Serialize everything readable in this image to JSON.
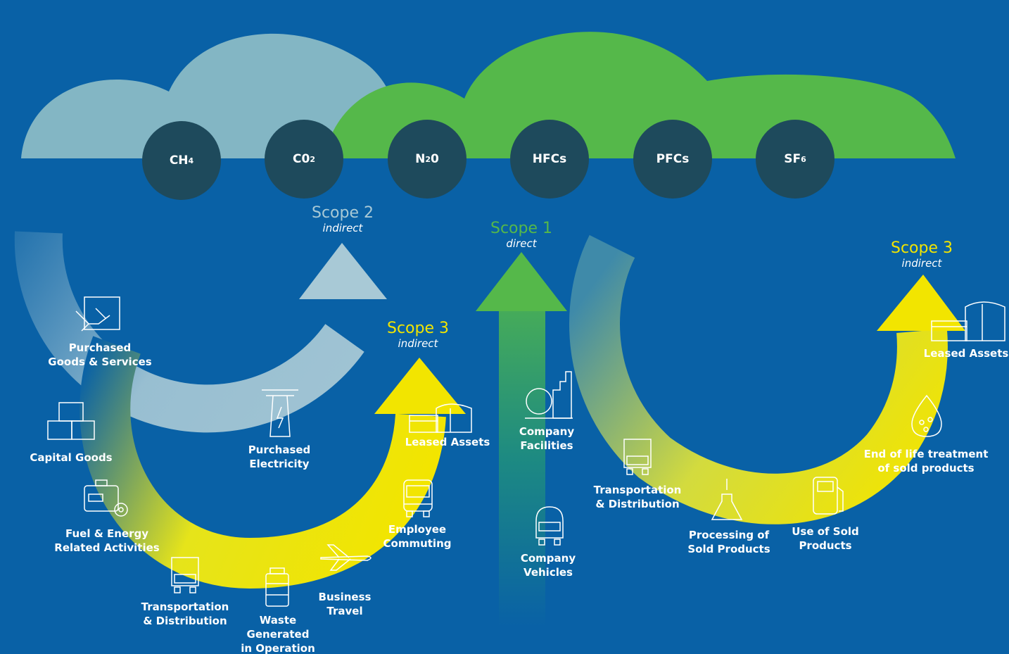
{
  "colors": {
    "background": "#0961a6",
    "cloud_light": "#83b6c4",
    "cloud_green": "#55b84a",
    "gas_circle": "#1e4a5c",
    "scope1": "#55b84a",
    "scope2": "#a8c9d6",
    "scope3": "#f2e500",
    "label": "#ffffff"
  },
  "gases": [
    {
      "base": "CH",
      "sub": "4"
    },
    {
      "base": "C0",
      "sub": "2"
    },
    {
      "base": "N",
      "sub": "2",
      "tail": "0"
    },
    {
      "base": "HFCs",
      "sub": ""
    },
    {
      "base": "PFCs",
      "sub": ""
    },
    {
      "base": "SF",
      "sub": "6"
    }
  ],
  "scopes": {
    "scope2": {
      "name": "Scope 2",
      "kind": "indirect"
    },
    "scope1": {
      "name": "Scope 1",
      "kind": "direct"
    },
    "scope3_upstream": {
      "name": "Scope 3",
      "kind": "indirect"
    },
    "scope3_downstream": {
      "name": "Scope 3",
      "kind": "indirect"
    }
  },
  "labels": {
    "purchased_goods": "Purchased\nGoods & Services",
    "capital_goods": "Capital Goods",
    "fuel_energy": "Fuel & Energy\nRelated Activities",
    "transport_up": "Transportation\n& Distribution",
    "waste": "Waste\nGenerated\nin Operation",
    "business_travel": "Business\nTravel",
    "employee_commuting": "Employee\nCommuting",
    "leased_assets_up": "Leased Assets",
    "purchased_electricity": "Purchased\nElectricity",
    "company_facilities": "Company\nFacilities",
    "company_vehicles": "Company\nVehicles",
    "transport_down": "Transportation\n& Distribution",
    "processing_sold": "Processing of\nSold Products",
    "use_sold": "Use of Sold\nProducts",
    "end_of_life": "End of life treatment\nof sold products",
    "leased_assets_down": "Leased Assets"
  },
  "icons": [
    "handshake-box-icon",
    "boxes-icon",
    "generator-icon",
    "truck-icon",
    "waste-bin-icon",
    "airplane-icon",
    "bus-icon",
    "storage-tank-icon",
    "power-pylon-icon",
    "factory-icon",
    "truck-icon",
    "truck-icon",
    "flask-icon",
    "fuel-pump-icon",
    "recycle-drop-icon",
    "storage-tank-icon"
  ]
}
